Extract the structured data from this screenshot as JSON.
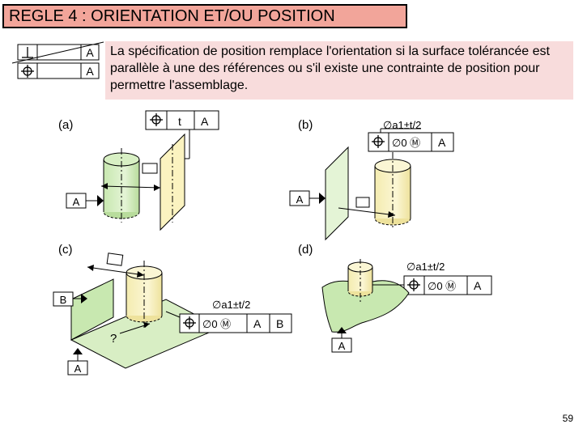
{
  "title": "REGLE 4 : ORIENTATION ET/OU POSITION",
  "note": "La spécification de position remplace l'orientation si la surface tolérancée est parallèle à une des références ou s'il existe une contrainte de position pour permettre l'assemblage.",
  "legend_frames": [
    {
      "symbol": "⊥",
      "datum": "A"
    },
    {
      "symbol": "⌖",
      "datum": "A"
    }
  ],
  "panel_a": {
    "label": "(a)",
    "tolerance": "t",
    "datum": "A",
    "datum_left": "A"
  },
  "panel_b": {
    "label": "(b)",
    "dimension": "∅a1±t/2",
    "tolerance": "∅0 Ⓜ",
    "datum": "A",
    "datum_left": "A"
  },
  "panel_c": {
    "label": "(c)",
    "dimension": "∅a1±t/2",
    "tolerance": "∅0 Ⓜ",
    "datum1": "A",
    "datum2": "B",
    "datum_b": "B",
    "datum_a": "A",
    "question": "?"
  },
  "panel_d": {
    "label": "(d)",
    "dimension": "∅a1±t/2",
    "tolerance": "∅0 Ⓜ",
    "datum": "A",
    "datum_bottom": "A"
  },
  "page_number": "59"
}
